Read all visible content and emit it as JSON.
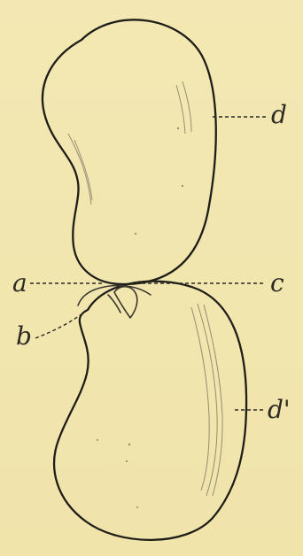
{
  "labels": {
    "a": "a",
    "b": "b",
    "c": "c",
    "d": "d",
    "d_prime": "d'"
  }
}
